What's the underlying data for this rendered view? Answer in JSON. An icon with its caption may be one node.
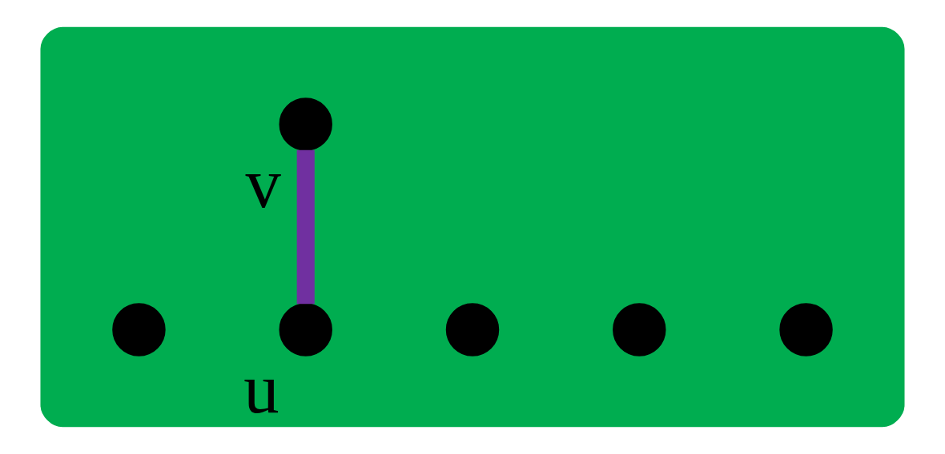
{
  "diagram": {
    "nodes": [
      {
        "text": [],
        "shape": "ellipse"
      },
      {
        "text": [],
        "shape": "circle",
        "in": 0,
        "beside": [
          "v"
        ]
      },
      {
        "text": [],
        "shape": "circle",
        "in": 0
      },
      {
        "text": [],
        "shape": "circle",
        "in": 0
      },
      {
        "text": [],
        "shape": "circle",
        "in": 0
      },
      {
        "text": [],
        "shape": "circle",
        "in": 0,
        "beside": [
          "u"
        ]
      },
      {
        "text": [],
        "shape": "circle",
        "in": 0
      }
    ],
    "edges": [
      {
        "from": 5,
        "to": 1,
        "arrow": "none",
        "color": "#7030a0"
      }
    ]
  }
}
